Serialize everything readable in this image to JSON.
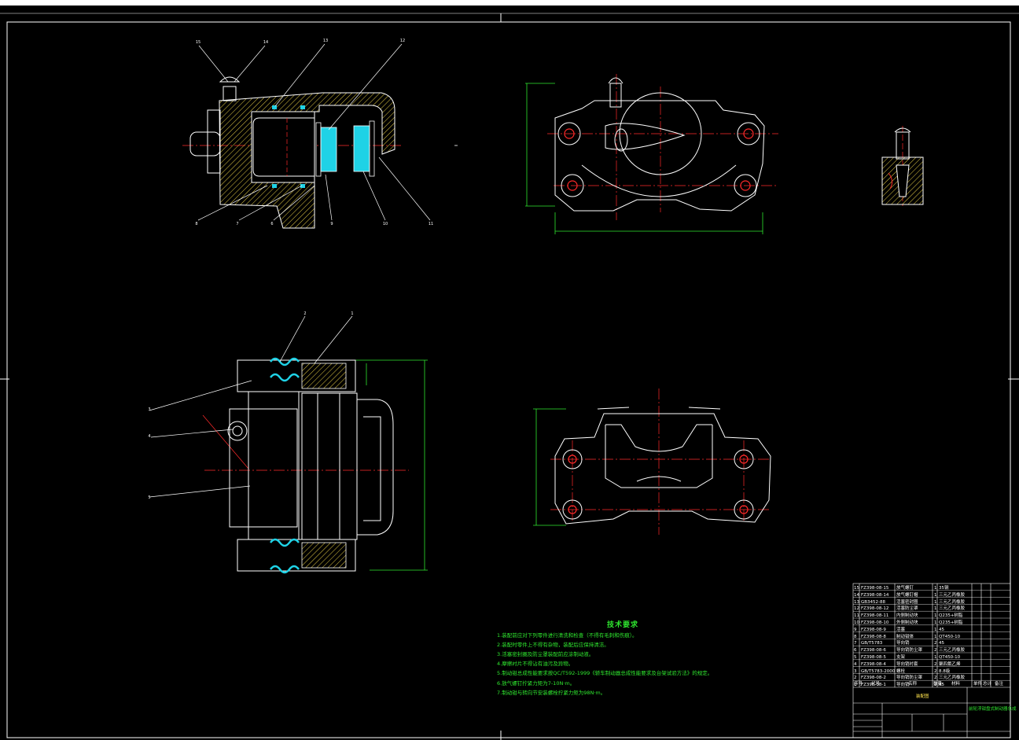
{
  "tech_requirements": {
    "title": "技术要求",
    "notes": [
      "1.装配前应对下列零件进行清洗和检查（不得有毛刺和伤痕）。",
      "2.装配时零件上不得有杂物，装配后应保持清洁。",
      "3.活塞密封圈及防尘罩装配前应涂制动液。",
      "4.摩擦衬片不得沾有油污及异物。",
      "5.制动钳总成性能要求按QC/T592-1999《轿车制动器总成性能要求及台架试验方法》的规定。",
      "6.放气螺钉拧紧力矩为7-10N·m。",
      "7.制动钳与转向节安装螺栓拧紧力矩为98N·m。"
    ]
  },
  "title_block": {
    "headers": [
      "序号",
      "代号",
      "名称",
      "数量",
      "材料",
      "单件",
      "总计",
      "备注"
    ],
    "weight_header": "重量",
    "drawing_title": "前轮浮钳盘式制动器总成",
    "assembly_label": "装配图"
  },
  "parts_list": [
    {
      "no": "15",
      "code": "FZ398-08-15",
      "name": "放气螺钉",
      "qty": "1",
      "material": "35钢"
    },
    {
      "no": "14",
      "code": "FZ398-08-14",
      "name": "放气螺钉帽",
      "qty": "1",
      "material": "三元乙丙橡胶"
    },
    {
      "no": "13",
      "code": "GB3452-88",
      "name": "活塞密封圈",
      "qty": "1",
      "material": "三元乙丙橡胶"
    },
    {
      "no": "12",
      "code": "FZ398-08-12",
      "name": "活塞防尘罩",
      "qty": "1",
      "material": "三元乙丙橡胶"
    },
    {
      "no": "11",
      "code": "FZ398-08-11",
      "name": "内侧制动块",
      "qty": "1",
      "material": "Q235+树脂"
    },
    {
      "no": "10",
      "code": "FZ398-08-10",
      "name": "外侧制动块",
      "qty": "1",
      "material": "Q235+树脂"
    },
    {
      "no": "9",
      "code": "FZ398-08-9",
      "name": "活塞",
      "qty": "1",
      "material": "45"
    },
    {
      "no": "8",
      "code": "FZ398-08-8",
      "name": "制动钳体",
      "qty": "1",
      "material": "QT450-10"
    },
    {
      "no": "7",
      "code": "GB/T5783",
      "name": "导向销",
      "qty": "2",
      "material": "45"
    },
    {
      "no": "6",
      "code": "FZ398-08-6",
      "name": "导向销防尘罩",
      "qty": "2",
      "material": "三元乙丙橡胶"
    },
    {
      "no": "5",
      "code": "FZ398-08-5",
      "name": "支架",
      "qty": "1",
      "material": "QT450-10"
    },
    {
      "no": "4",
      "code": "FZ398-08-4",
      "name": "导向销衬套",
      "qty": "2",
      "material": "聚四氟乙烯"
    },
    {
      "no": "3",
      "code": "GB/T5783-2000",
      "name": "螺栓",
      "qty": "2",
      "material": "8.8级"
    },
    {
      "no": "2",
      "code": "FZ398-08-2",
      "name": "导向销防尘罩",
      "qty": "2",
      "material": "三元乙丙橡胶"
    },
    {
      "no": "1",
      "code": "FZ398-08-1",
      "name": "导向销",
      "qty": "2",
      "material": "45"
    }
  ],
  "balloon_labels": {
    "section_view": [
      "15",
      "14",
      "13",
      "12",
      "8",
      "7",
      "6",
      "9",
      "10",
      "11"
    ],
    "top_view": [
      "2",
      "1",
      "3",
      "4",
      "5"
    ]
  },
  "colors": {
    "background": "#000000",
    "outline": "#ffffff",
    "centerline": "#ff2a2a",
    "dimension": "#2fe82f",
    "seal": "#00e5ff",
    "hatch": "#ffe34d"
  }
}
